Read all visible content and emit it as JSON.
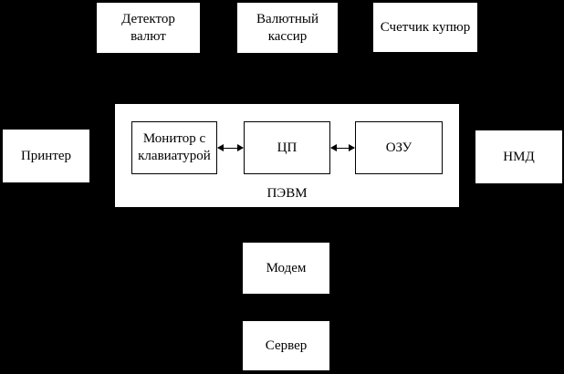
{
  "diagram": {
    "type": "block-diagram",
    "colors": {
      "background": "#000000",
      "node_fill": "#ffffff",
      "line": "#000000"
    },
    "nodes": {
      "detector": {
        "lines": [
          "Детектор",
          "валют"
        ]
      },
      "cashier": {
        "lines": [
          "Валютный",
          "кассир"
        ]
      },
      "bill_counter": {
        "lines": [
          "Счетчик купюр"
        ]
      },
      "printer": {
        "lines": [
          "Принтер"
        ]
      },
      "pevm": {
        "label": "ПЭВМ"
      },
      "monitor": {
        "lines": [
          "Монитор с",
          "клавиатурой"
        ]
      },
      "cpu": {
        "lines": [
          "ЦП"
        ]
      },
      "ram": {
        "lines": [
          "ОЗУ"
        ]
      },
      "nmd": {
        "lines": [
          "НМД"
        ]
      },
      "modem": {
        "lines": [
          "Модем"
        ]
      },
      "server": {
        "lines": [
          "Сервер"
        ]
      }
    }
  }
}
